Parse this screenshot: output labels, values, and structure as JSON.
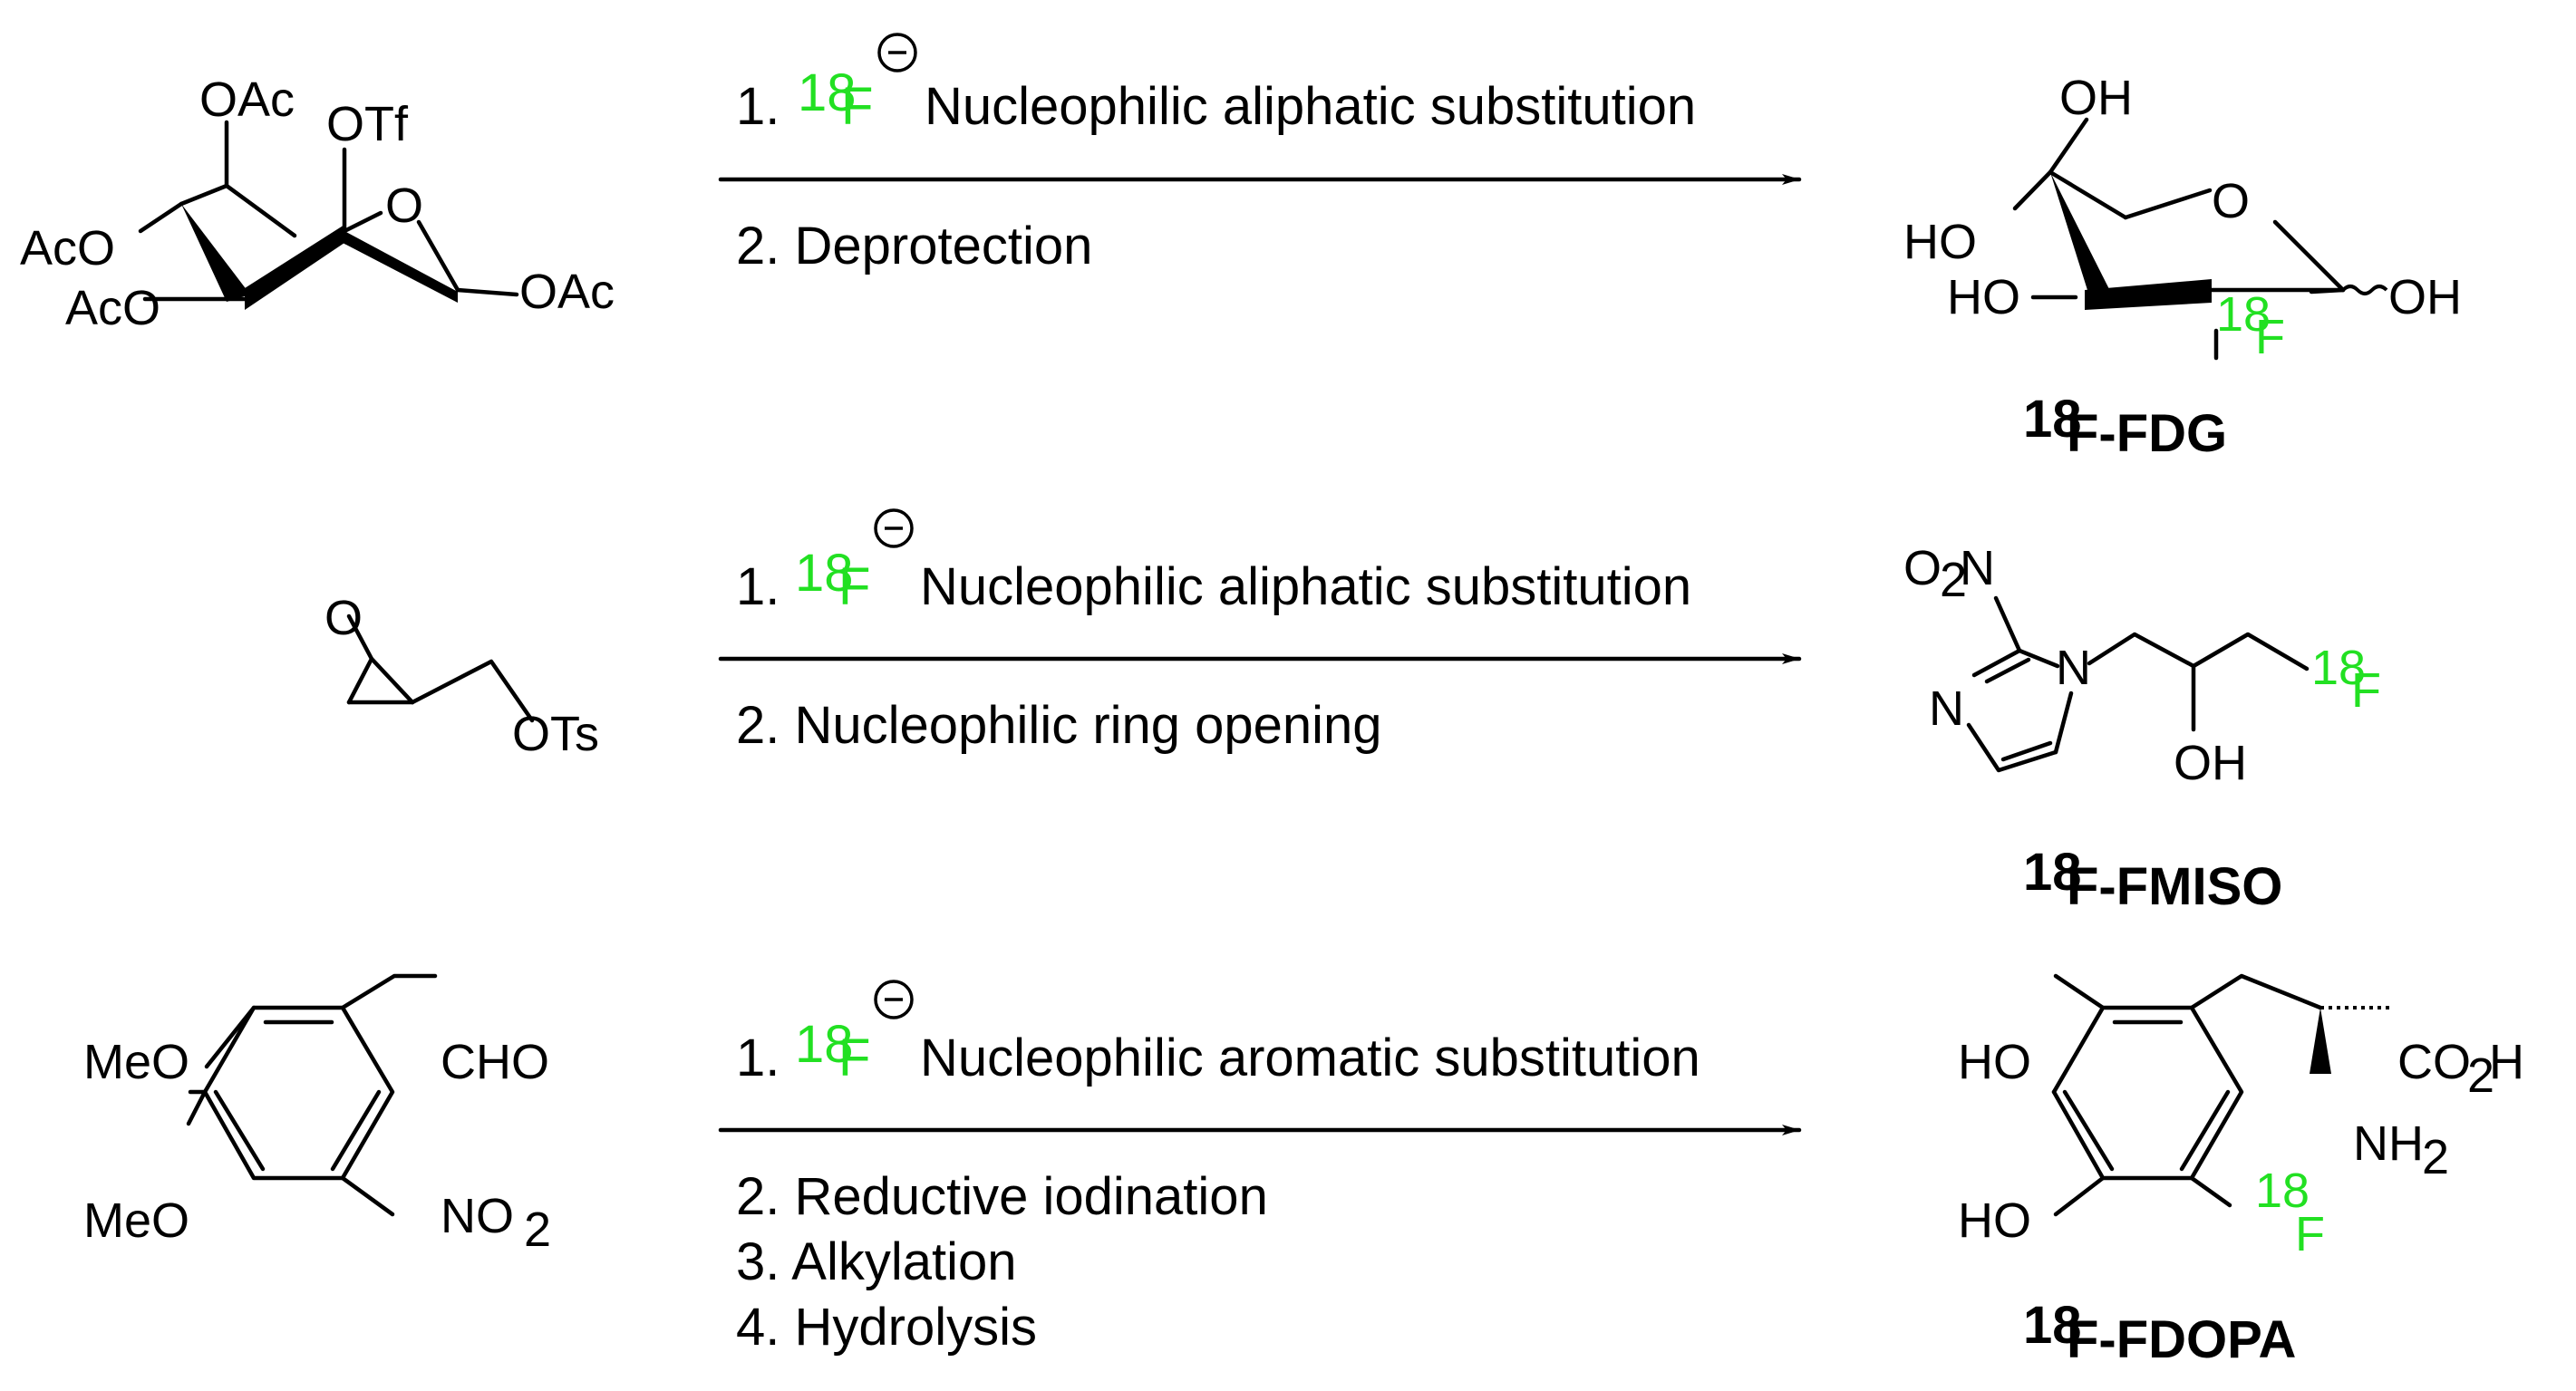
{
  "reactions": [
    {
      "id": "fdg",
      "reagent_isotope": "18",
      "reagent_element": "F",
      "charge_symbol": "−",
      "step1_text": "Nucleophilic aliphatic substitution",
      "step1_number": "1.",
      "lower_steps": [
        "2. Deprotection"
      ],
      "product_name_iso": "18",
      "product_name_text": "F-FDG",
      "substrate_labels": {
        "oac_top": "OAc",
        "otf": "OTf",
        "o_ring": "O",
        "aco_1": "AcO",
        "aco_2": "AcO",
        "oac_right": "OAc"
      },
      "product_labels": {
        "oh_top": "OH",
        "o_ring": "O",
        "ho_1": "HO",
        "ho_2": "HO",
        "oh_right": "OH",
        "f_iso": "18",
        "f": "F"
      }
    },
    {
      "id": "fmiso",
      "reagent_isotope": "18",
      "reagent_element": "F",
      "charge_symbol": "−",
      "step1_text": "Nucleophilic aliphatic substitution",
      "step1_number": "1.",
      "lower_steps": [
        "2. Nucleophilic ring opening"
      ],
      "product_name_iso": "18",
      "product_name_text": "F-FMISO",
      "substrate_labels": {
        "o_ring": "O",
        "ots": "OTs"
      },
      "product_labels": {
        "o2n_o": "O",
        "o2n_sub": "2",
        "o2n_n": "N",
        "n_ring": "N",
        "n_ring_2": "N",
        "oh": "OH",
        "f_iso": "18",
        "f": "F"
      }
    },
    {
      "id": "fdopa",
      "reagent_isotope": "18",
      "reagent_element": "F",
      "charge_symbol": "−",
      "step1_text": "Nucleophilic aromatic substitution",
      "step1_number": "1.",
      "lower_steps": [
        "2. Reductive iodination",
        "3. Alkylation",
        "4. Hydrolysis"
      ],
      "product_name_iso": "18",
      "product_name_text": "F-FDOPA",
      "substrate_labels": {
        "meo_1": "MeO",
        "meo_2": "MeO",
        "cho": "CHO",
        "no2_n": "NO",
        "no2_sub": "2"
      },
      "product_labels": {
        "ho_1": "HO",
        "ho_2": "HO",
        "co2h_a": "CO",
        "co2h_sub": "2",
        "co2h_b": "H",
        "nh2_a": "NH",
        "nh2_sub": "2",
        "f_iso": "18",
        "f": "F"
      }
    }
  ],
  "colors": {
    "isotope_green": "#22e022",
    "ink": "#000000"
  }
}
